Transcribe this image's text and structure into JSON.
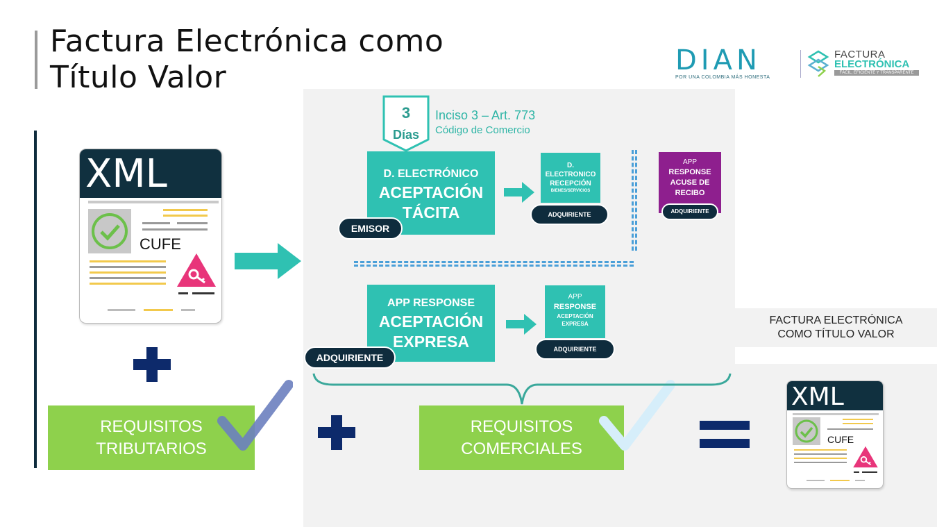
{
  "title": "Factura Electrónica como\nTítulo Valor",
  "logo": {
    "dian_text": "DIAN",
    "dian_tagline": "POR UNA COLOMBIA MÁS HONESTA",
    "fe_line1": "FACTURA",
    "fe_line2": "ELECTRÓNICA",
    "fe_tagline": "FÁCIL, EFICIENTE Y TRANSPARENTE"
  },
  "xml_doc": {
    "header": "XML",
    "cufe": "CUFE"
  },
  "xml_doc_small": {
    "header": "XML",
    "cufe": "CUFE"
  },
  "days_tag": {
    "number": "3",
    "label": "Días"
  },
  "inciso": {
    "line1": "Inciso 3 – Art. 773",
    "line2": "Código de Comercio"
  },
  "tacita": {
    "small": "D. ELECTRÓNICO",
    "big1": "ACEPTACIÓN",
    "big2": "TÁCITA",
    "pill": "EMISOR"
  },
  "recepcion": {
    "line1": "D.",
    "line2": "ELECTRONICO",
    "line3": "RECEPCIÓN",
    "line4": "BIENES/SERVICIOS",
    "pill": "ADQUIRIENTE"
  },
  "acuse": {
    "line1": "APP",
    "line2": "RESPONSE",
    "line3": "ACUSE DE",
    "line4": "RECIBO",
    "pill": "ADQUIRIENTE"
  },
  "expresa": {
    "small": "APP RESPONSE",
    "big1": "ACEPTACIÓN",
    "big2": "EXPRESA",
    "pill": "ADQUIRIENTE"
  },
  "aceptacion_app": {
    "line1": "APP",
    "line2": "RESPONSE",
    "line3": "ACEPTACIÓN",
    "line4": "EXPRESA",
    "pill": "ADQUIRIENTE"
  },
  "result_label": "FACTURA ELECTRÓNICA\nCOMO TÍTULO VALOR",
  "req_tributarios": "REQUISITOS\nTRIBUTARIOS",
  "req_comerciales": "REQUISITOS\nCOMERCIALES",
  "colors": {
    "teal": "#2fc1b2",
    "navy": "#0f2c3d",
    "green": "#8ed14c",
    "purple": "#8e1f8e",
    "plus": "#0d2a6b"
  }
}
